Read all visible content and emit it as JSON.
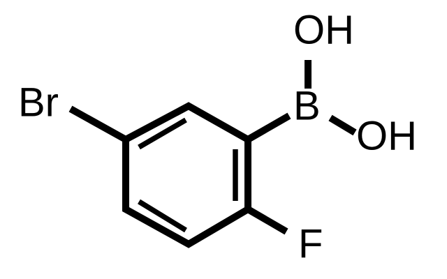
{
  "atoms": {
    "bromine": "Br",
    "boron": "B",
    "hydroxyl_top": "OH",
    "hydroxyl_right": "OH",
    "fluorine": "F"
  }
}
